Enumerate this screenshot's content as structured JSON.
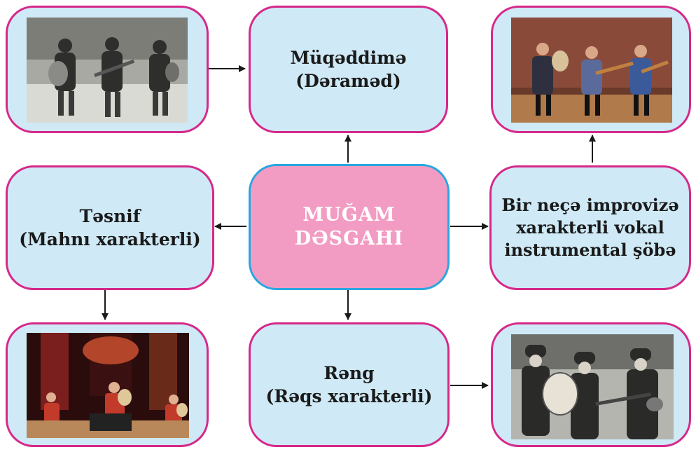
{
  "center": {
    "line1": "MUĞAM",
    "line2": "DƏSGAHI"
  },
  "mugaddime": {
    "line1": "Müqəddimə",
    "line2": "(Dəramәd)"
  },
  "tesnif": {
    "line1": "Təsnif",
    "line2": "(Mahnı xarakterli)"
  },
  "reng": {
    "line1": "Rəng",
    "line2": "(Rəqs xarakterli)"
  },
  "sobe": {
    "line1": "Bir neçə improvizə",
    "line2": "xarakterli vokal",
    "line3": "instrumental şöbə"
  },
  "photos": [
    {
      "name": "trio-musicians-bw-photo"
    },
    {
      "name": "trio-on-stage-color-photo"
    },
    {
      "name": "concert-stage-color-photo"
    },
    {
      "name": "historic-ensemble-bw-photo"
    }
  ],
  "colors": {
    "box_fill": "#cfe9f6",
    "box_border": "#d6288a",
    "center_fill": "#f29cc3",
    "center_border": "#2aa6df",
    "arrow": "#1a1a1a"
  }
}
